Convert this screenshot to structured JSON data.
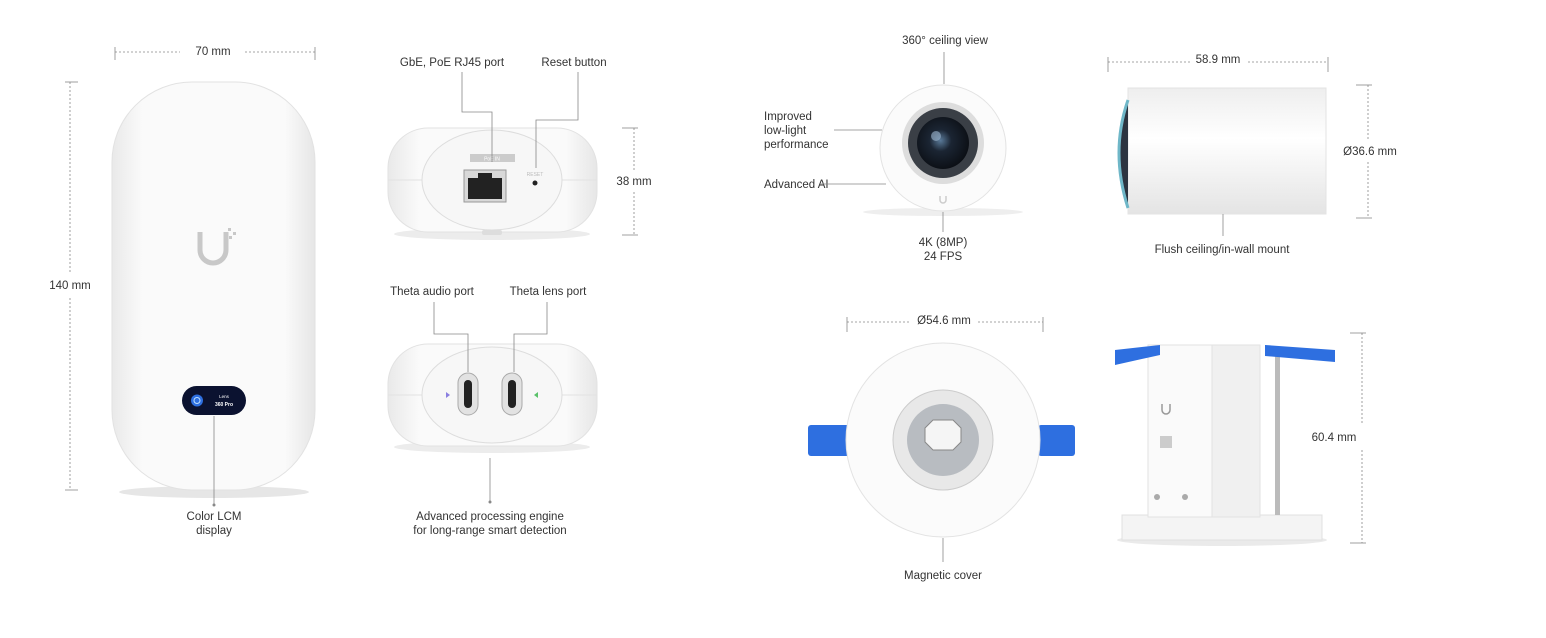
{
  "left_product": {
    "width_label": "70 mm",
    "height_label": "140 mm",
    "display_callout": [
      "Color LCM",
      "display"
    ],
    "lcm_screen": {
      "line1": "Lens",
      "line2": "360 Pro"
    },
    "top_view": {
      "port_callout": "GbE, PoE RJ45 port",
      "reset_callout": "Reset button",
      "depth_label": "38 mm",
      "port_silkscreen": "PoE IN",
      "reset_silkscreen": "RESET"
    },
    "bottom_view": {
      "audio_callout": "Theta audio port",
      "lens_callout": "Theta lens port",
      "engine_callout": [
        "Advanced processing engine",
        "for long-range smart detection"
      ]
    }
  },
  "right_product": {
    "lens_front": {
      "top_callout": "360° ceiling view",
      "lowlight_callout": [
        "Improved",
        "low-light",
        "performance"
      ],
      "ai_callout": "Advanced AI",
      "resolution_callout": [
        "4K (8MP)",
        "24 FPS"
      ]
    },
    "lens_side": {
      "length_label": "58.9 mm",
      "diameter_label": "Ø36.6 mm",
      "mount_callout": "Flush ceiling/in-wall mount"
    },
    "mount_front": {
      "diameter_label": "Ø54.6 mm",
      "cover_callout": "Magnetic cover"
    },
    "mount_side": {
      "height_label": "60.4 mm"
    }
  },
  "colors": {
    "accent_blue": "#2e6fe0",
    "device_white": "#f4f4f4",
    "lcm_bg": "#0b1230"
  }
}
